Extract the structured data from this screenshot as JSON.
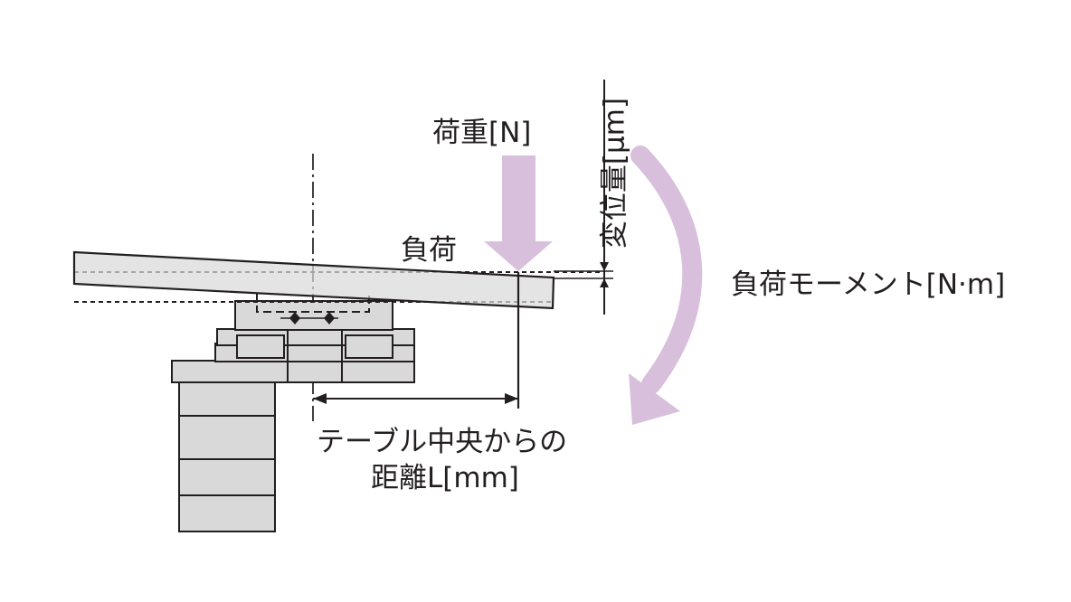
{
  "labels": {
    "load_n": "荷重[N]",
    "load": "負荷",
    "displacement": "変位量[μm]",
    "moment": "負荷モーメント[N·m]",
    "distance_line1": "テーブル中央からの",
    "distance_line2": "距離L[mm]"
  },
  "colors": {
    "line": "#231f20",
    "fill": "#d9d9d9",
    "arrow": "#d8bfdc",
    "background": "#ffffff"
  }
}
